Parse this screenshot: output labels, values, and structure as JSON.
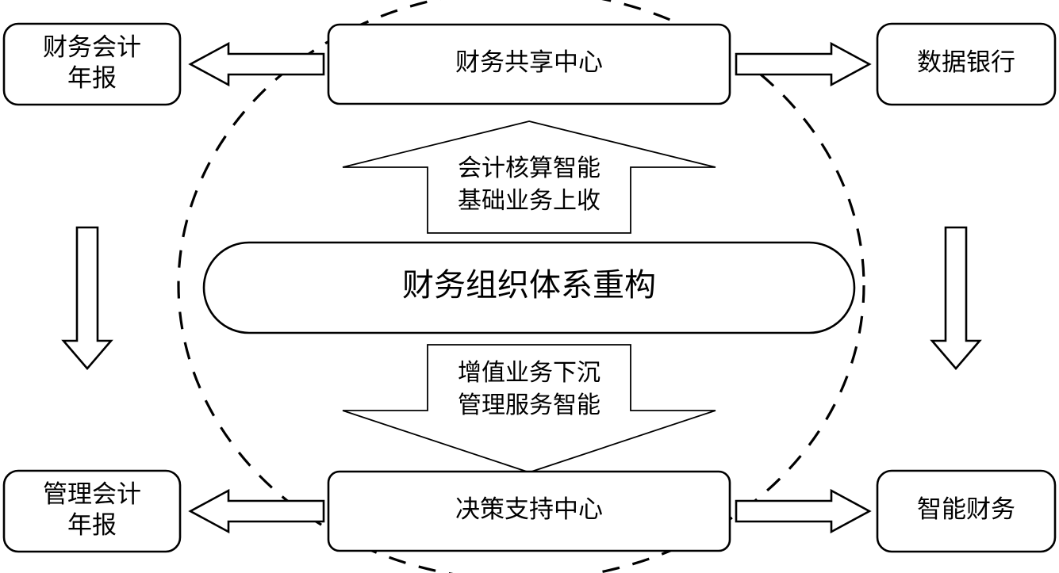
{
  "diagram": {
    "title_text": "财务组织体系重构",
    "core": {
      "label": "财务组织体系重构",
      "name": "core-capsule"
    },
    "centers": [
      {
        "id": "shared-service-center",
        "label": "财务共享中心",
        "position": "top-center"
      },
      {
        "id": "decision-support-center",
        "label": "决策支持中心",
        "position": "bottom-center"
      }
    ],
    "outputs": [
      {
        "id": "financial-accounting-annual-report",
        "label_line1": "财务会计",
        "label_line2": "年报",
        "position": "top-left"
      },
      {
        "id": "data-bank",
        "label_line1": "数据银行",
        "label_line2": "",
        "position": "top-right"
      },
      {
        "id": "management-accounting-annual-report",
        "label_line1": "管理会计",
        "label_line2": "年报",
        "position": "bottom-left"
      },
      {
        "id": "intelligent-finance",
        "label_line1": "智能财务",
        "label_line2": "",
        "position": "bottom-right"
      }
    ],
    "flows": [
      {
        "id": "upward-flow",
        "direction": "up",
        "line1": "会计核算智能",
        "line2": "基础业务上收"
      },
      {
        "id": "downward-flow",
        "direction": "down",
        "line1": "增值业务下沉",
        "line2": "管理服务智能"
      }
    ],
    "connectors": [
      {
        "id": "top-left-arrow",
        "direction": "left"
      },
      {
        "id": "top-right-arrow",
        "direction": "right"
      },
      {
        "id": "bottom-left-arrow",
        "direction": "left"
      },
      {
        "id": "bottom-right-arrow",
        "direction": "right"
      },
      {
        "id": "left-vertical-arrow",
        "direction": "down"
      },
      {
        "id": "right-vertical-arrow",
        "direction": "down"
      }
    ],
    "boundary": {
      "id": "dashed-boundary-ellipse",
      "style": "dashed",
      "shape": "ellipse"
    },
    "colors": {
      "stroke": "#000000",
      "fill": "#ffffff",
      "background": "#ffffff"
    }
  }
}
